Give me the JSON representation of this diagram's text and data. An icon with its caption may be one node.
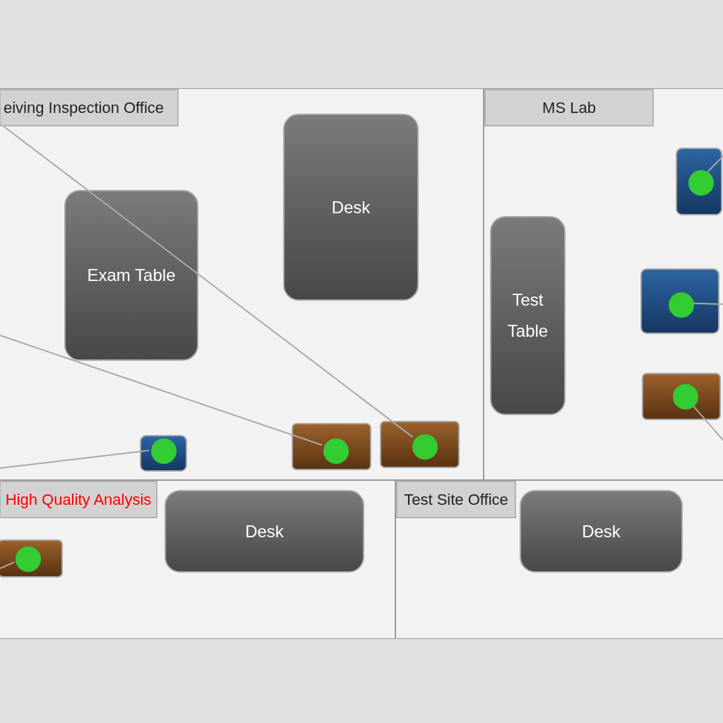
{
  "diagram": {
    "nodes": [
      {
        "text": [
          "eiving Inspection Office"
        ]
      },
      {
        "text": [
          "MS Lab"
        ]
      },
      {
        "text": [
          "High Quality Analysis"
        ]
      },
      {
        "text": [
          "Test Site Office"
        ]
      },
      {
        "text": [
          "Desk"
        ],
        "in": 0
      },
      {
        "text": [
          "Exam Table"
        ],
        "in": 0
      },
      {
        "text": [],
        "shape": "box",
        "in": 0
      },
      {
        "text": [],
        "shape": "box",
        "in": 0
      },
      {
        "text": [],
        "shape": "box",
        "in": 0
      },
      {
        "text": [
          "Test Table"
        ],
        "in": 1
      },
      {
        "text": [],
        "shape": "box",
        "in": 1
      },
      {
        "text": [],
        "shape": "box",
        "in": 1
      },
      {
        "text": [],
        "shape": "box",
        "in": 1
      },
      {
        "text": [
          "Desk"
        ],
        "in": 2
      },
      {
        "text": [],
        "shape": "box",
        "in": 2
      },
      {
        "text": [
          "Desk"
        ],
        "in": 3
      },
      {
        "text": [],
        "shape": "circle",
        "in": 6
      },
      {
        "text": [],
        "shape": "circle",
        "in": 7
      },
      {
        "text": [],
        "shape": "circle",
        "in": 8
      },
      {
        "text": [],
        "shape": "circle",
        "in": 10
      },
      {
        "text": [],
        "shape": "circle",
        "in": 11
      },
      {
        "text": [],
        "shape": "circle",
        "in": 12
      },
      {
        "text": [],
        "shape": "circle",
        "in": 14
      }
    ],
    "edges": [
      {
        "from": 16,
        "to": null,
        "arrow": "none"
      },
      {
        "from": 17,
        "to": null,
        "arrow": "none"
      },
      {
        "from": 18,
        "to": null,
        "arrow": "none"
      },
      {
        "from": 19,
        "to": null,
        "arrow": "none"
      },
      {
        "from": 20,
        "to": null,
        "arrow": "none"
      },
      {
        "from": 21,
        "to": null,
        "arrow": "none"
      },
      {
        "from": 22,
        "to": null,
        "arrow": "none"
      }
    ]
  }
}
